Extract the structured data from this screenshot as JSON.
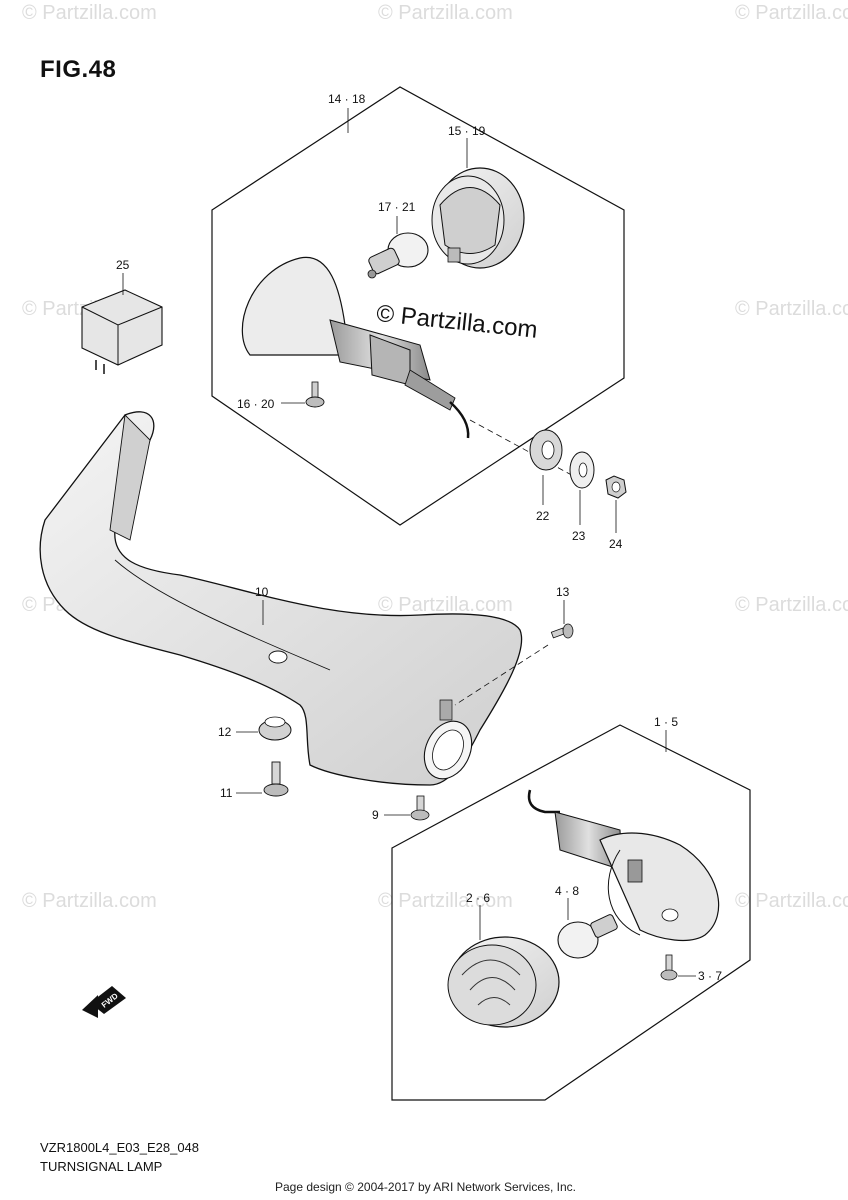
{
  "figure": {
    "title": "FIG.48"
  },
  "watermarks": {
    "repeat_text": "© Partzilla.com",
    "center_text": "© Partzilla.com"
  },
  "callouts": [
    {
      "id": "14_18",
      "text": "14 · 18"
    },
    {
      "id": "15_19",
      "text": "15 · 19"
    },
    {
      "id": "17_21",
      "text": "17 · 21"
    },
    {
      "id": "25",
      "text": "25"
    },
    {
      "id": "16_20",
      "text": "16 · 20"
    },
    {
      "id": "22",
      "text": "22"
    },
    {
      "id": "23",
      "text": "23"
    },
    {
      "id": "24",
      "text": "24"
    },
    {
      "id": "10",
      "text": "10"
    },
    {
      "id": "13",
      "text": "13"
    },
    {
      "id": "12",
      "text": "12"
    },
    {
      "id": "11",
      "text": "11"
    },
    {
      "id": "9",
      "text": "9"
    },
    {
      "id": "1_5",
      "text": "1 · 5"
    },
    {
      "id": "2_6",
      "text": "2 · 6"
    },
    {
      "id": "4_8",
      "text": "4 · 8"
    },
    {
      "id": "3_7",
      "text": "3 · 7"
    }
  ],
  "fwd_marker": {
    "text": "FWD"
  },
  "model_code": "VZR1800L4_E03_E28_048",
  "caption": "TURNSIGNAL LAMP",
  "footer": "Page design © 2004-2017 by ARI Network Services, Inc."
}
